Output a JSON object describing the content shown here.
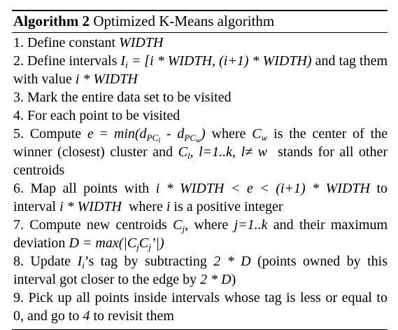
{
  "algorithm": {
    "label": "Algorithm 2",
    "title": "Optimized K-Means algorithm"
  },
  "steps": [
    {
      "n": "1.",
      "t1": "Define constant",
      "widthA": "WIDTH"
    },
    {
      "n": "2.",
      "t1": "Define intervals",
      "I": "I",
      "i_sub": "i",
      "eq": "= [i * WIDTH, (i+1) * WIDTH)",
      "t2": "and tag them with value",
      "expr": "i * WIDTH"
    },
    {
      "n": "3.",
      "t1": "Mark the entire data set to be visited"
    },
    {
      "n": "4.",
      "t1": "For each point to be visited"
    },
    {
      "n": "5.",
      "t1": "Compute",
      "e": "e",
      "eq": "=",
      "min_open": "min(d",
      "pc": "PC",
      "sub_l": "l",
      "minus": "- d",
      "sub_w": "w",
      "close": ")",
      "t2": "where",
      "C": "C",
      "w": "w",
      "t3": "is the center of the winner (closest) cluster and",
      "C2": "C",
      "l": "l",
      "range": "l=1..k,",
      "neq": "l≠ w",
      "t4": "stands for all other centroids"
    },
    {
      "n": "6.",
      "t1": "Map all points with",
      "cond": "i * WIDTH < e < (i+1) * WIDTH",
      "t2": "to interval",
      "expr": "i * WIDTH",
      "t3": "where",
      "i": "i",
      "t4": "is a positive integer"
    },
    {
      "n": "7.",
      "t1": "Compute new centroids",
      "C": "C",
      "j": "j",
      "t2": ", where",
      "range": "j=1..k",
      "t3": "and their maximum deviation",
      "D": "D",
      "eq": "= max(|C",
      "j2": "j",
      "C3": "C",
      "j3": "j",
      "close": "’|)"
    },
    {
      "n": "8.",
      "t1": "Update",
      "I": "I",
      "i": "i",
      "t2": "’s tag by subtracting",
      "expr1": "2 * D",
      "t3": "(points owned by this interval got closer to the edge by",
      "expr2": "2 * D",
      "t4": ")"
    },
    {
      "n": "9.",
      "t1": "Pick up all points inside intervals whose tag is less or equal to 0, and go to",
      "four": "4",
      "t2": "to revisit them"
    }
  ]
}
